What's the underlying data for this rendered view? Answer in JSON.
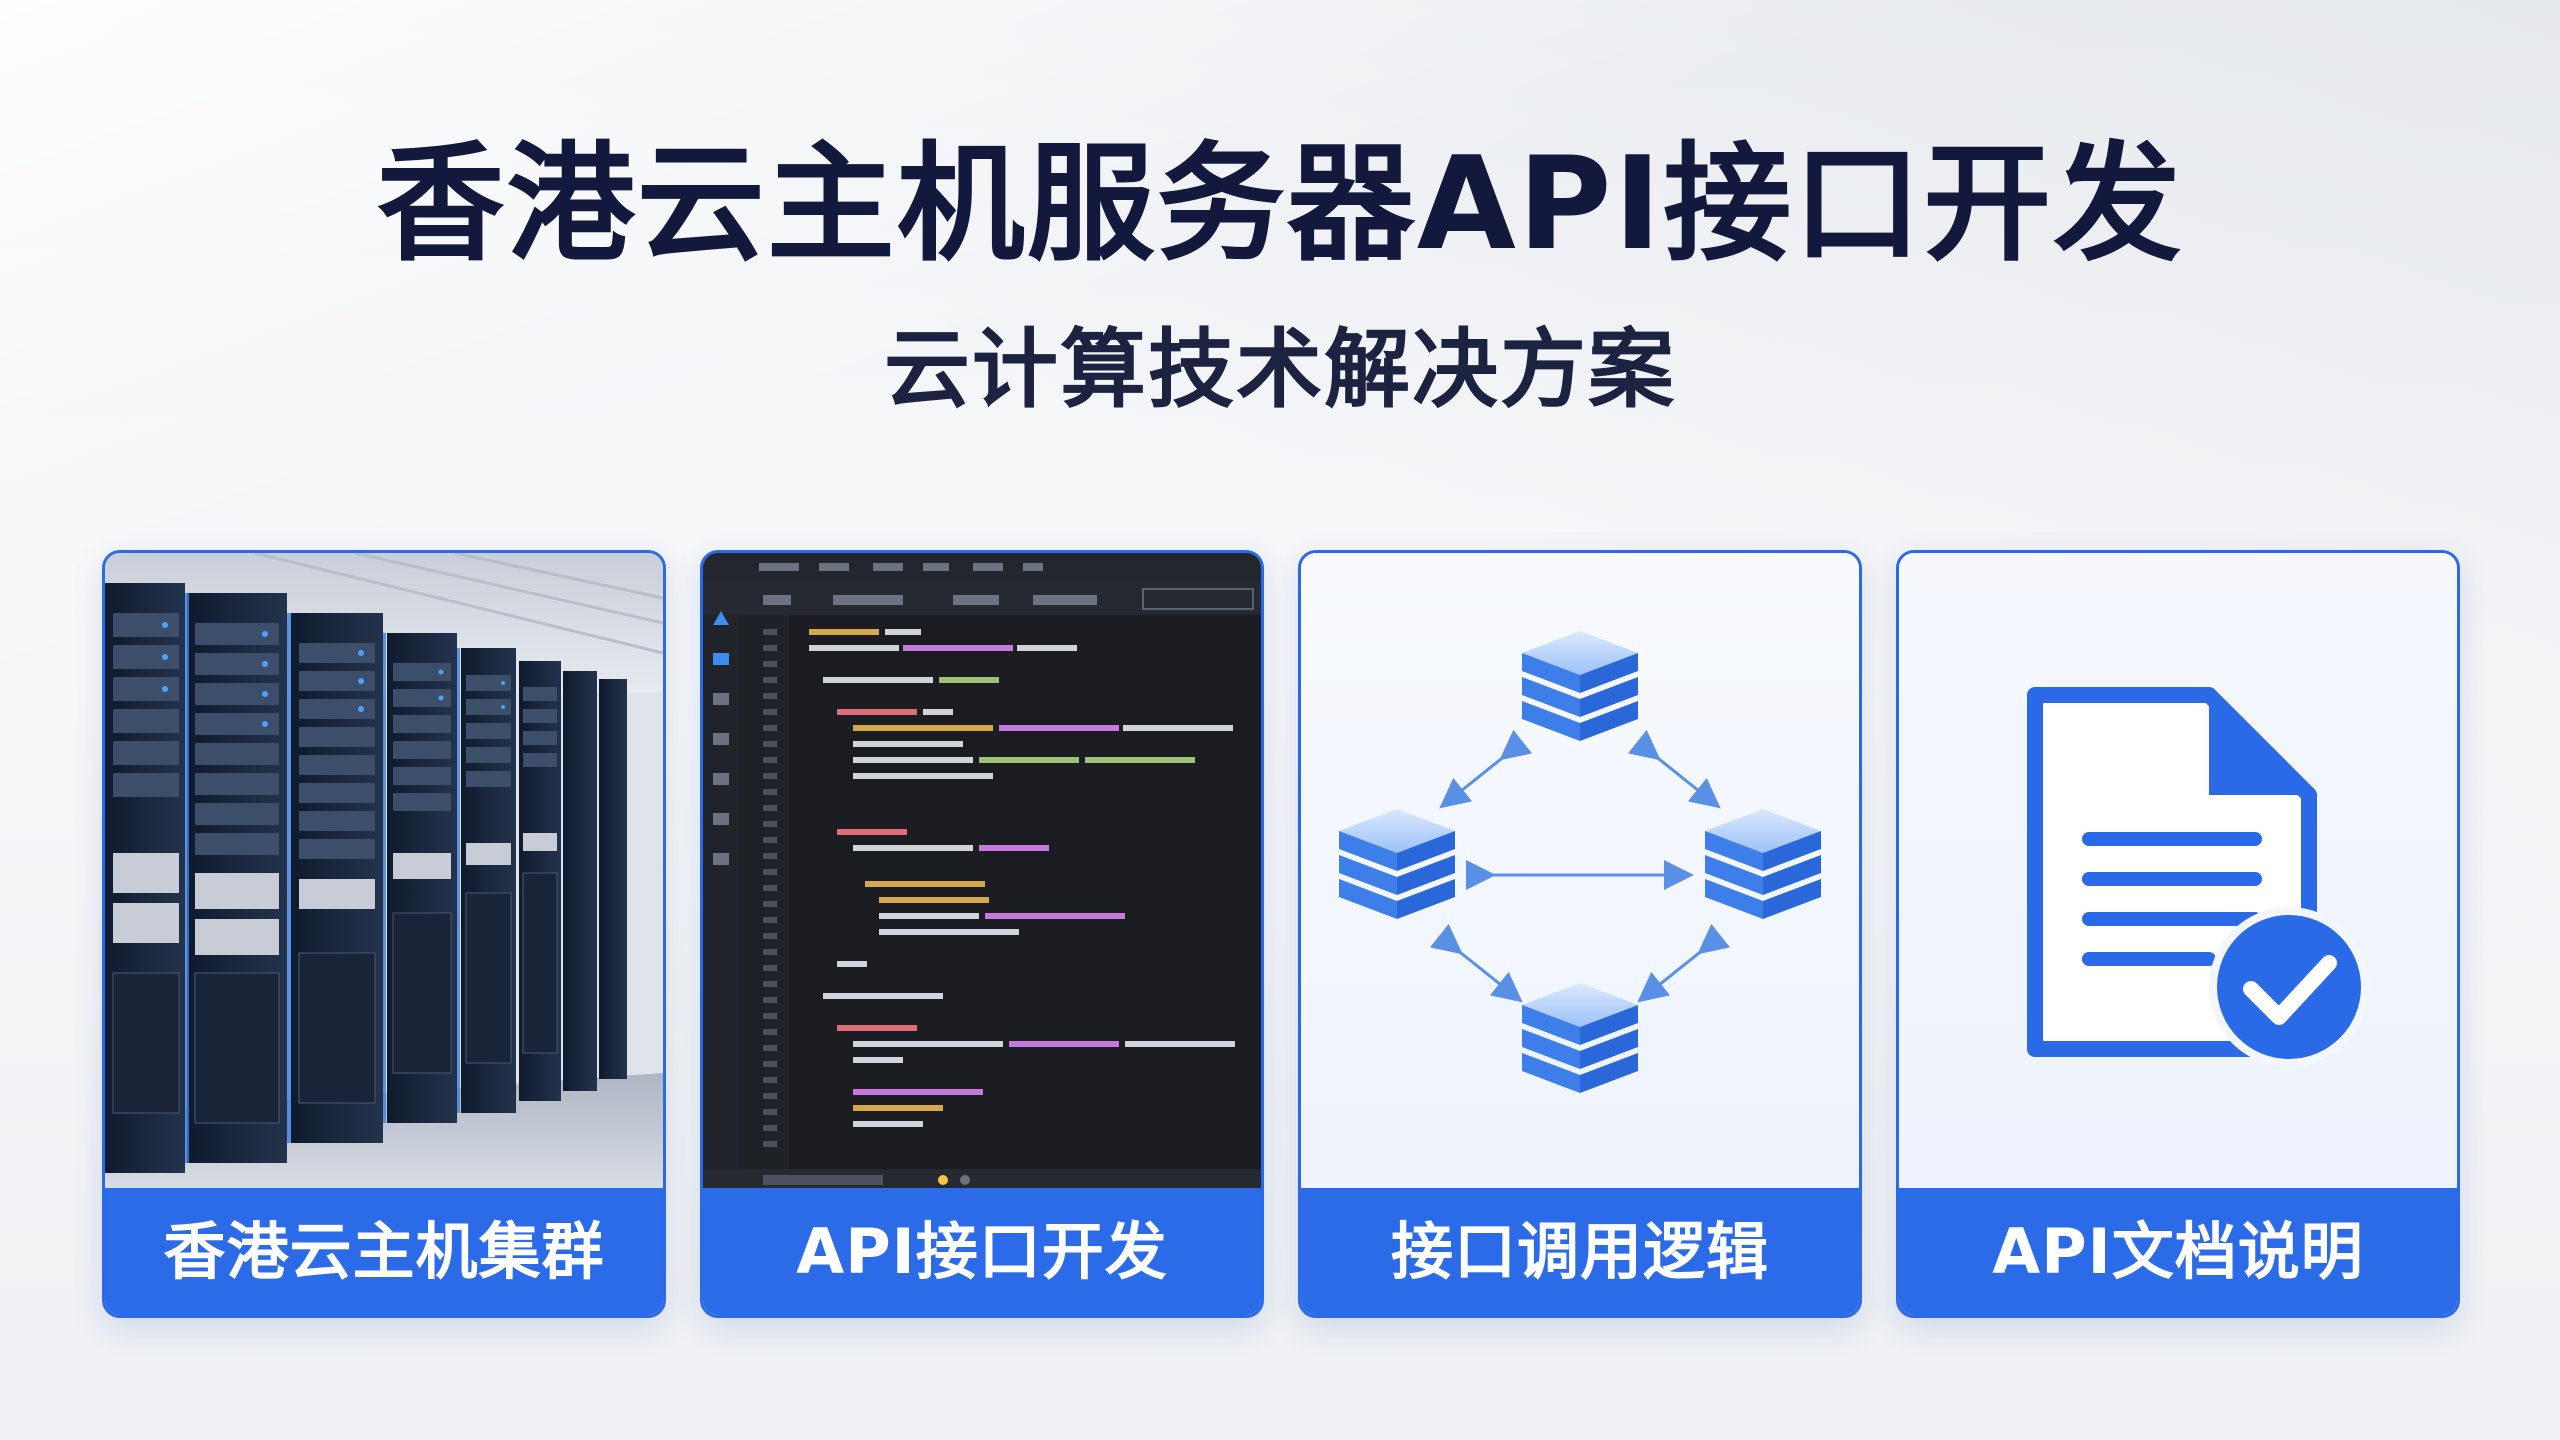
{
  "header": {
    "title": "香港云主机服务器API接口开发",
    "subtitle": "云计算技术解决方案"
  },
  "cards": [
    {
      "label": "香港云主机集群",
      "icon": "server-rack-photo"
    },
    {
      "label": "API接口开发",
      "icon": "code-editor-screenshot"
    },
    {
      "label": "接口调用逻辑",
      "icon": "connected-database-nodes-icon"
    },
    {
      "label": "API文档说明",
      "icon": "document-check-icon"
    }
  ],
  "colors": {
    "accent": "#2c6be8",
    "title": "#12193d",
    "background": "#f3f4f7",
    "icon_blue": "#2a6ae6"
  }
}
